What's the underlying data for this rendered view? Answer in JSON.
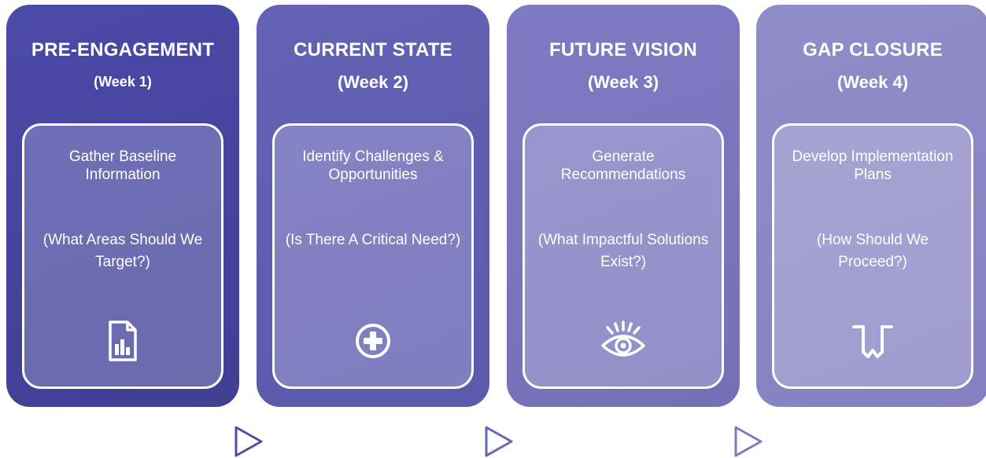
{
  "phases": [
    {
      "title": "PRE-ENGAGEMENT",
      "week": "(Week 1)",
      "main_text": "Gather Baseline Information",
      "question": "(What Areas Should We Target?)",
      "icon": "report-chart-icon",
      "color": "#4545a0"
    },
    {
      "title": "CURRENT STATE",
      "week": "(Week 2)",
      "main_text": "Identify Challenges & Opportunities",
      "question": "(Is There A Critical Need?)",
      "icon": "plus-circle-icon",
      "color": "#5f5db0"
    },
    {
      "title": "FUTURE VISION",
      "week": "(Week 3)",
      "main_text": "Generate Recommendations",
      "question": "(What Impactful Solutions Exist?)",
      "icon": "eye-icon",
      "color": "#7a75bd"
    },
    {
      "title": "GAP CLOSURE",
      "week": "(Week 4)",
      "main_text": "Develop Implementation Plans",
      "question": "(How Should We Proceed?)",
      "icon": "gap-bridge-icon",
      "color": "#8b87c5"
    }
  ],
  "arrows": [
    {
      "icon": "play-triangle-icon",
      "color": "#4e4ca8"
    },
    {
      "icon": "play-triangle-icon",
      "color": "#6a66b6"
    },
    {
      "icon": "play-triangle-icon",
      "color": "#7e79bf"
    }
  ]
}
